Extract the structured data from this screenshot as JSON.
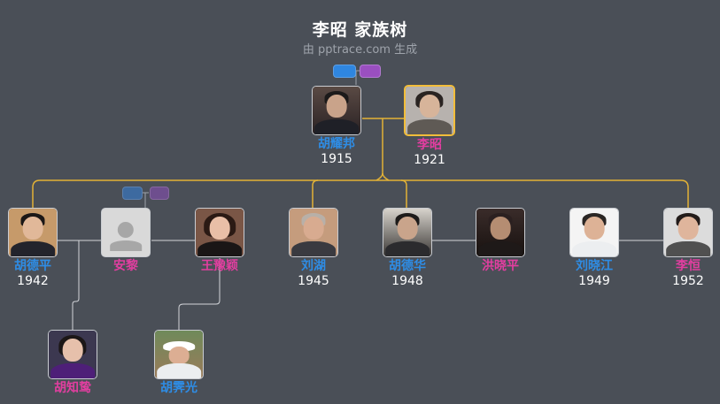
{
  "header": {
    "title": "李昭 家族树",
    "subtitle": "由 pptrace.com 生成"
  },
  "colors": {
    "background": "#4a4f57",
    "male": "#2e8de6",
    "female": "#e23ea0",
    "highlight_border": "#f2bd3a",
    "parent_line": "#e3b236",
    "relation_line": "#d4d6da",
    "badge_male": "#2f86e0",
    "badge_female": "#9a4fc0"
  },
  "generation1": {
    "husband": {
      "name": "胡耀邦",
      "year": "1915",
      "gender": "male"
    },
    "wife": {
      "name": "李昭",
      "year": "1921",
      "gender": "female",
      "highlighted": true
    }
  },
  "generation2": [
    {
      "name": "胡德平",
      "year": "1942",
      "gender": "male"
    },
    {
      "name": "安黎",
      "year": "",
      "gender": "female",
      "photo": "placeholder"
    },
    {
      "name": "王豫颖",
      "year": "",
      "gender": "female"
    },
    {
      "name": "刘湖",
      "year": "1945",
      "gender": "male"
    },
    {
      "name": "胡德华",
      "year": "1948",
      "gender": "male"
    },
    {
      "name": "洪晓平",
      "year": "",
      "gender": "female"
    },
    {
      "name": "刘晓江",
      "year": "1949",
      "gender": "male"
    },
    {
      "name": "李恒",
      "year": "1952",
      "gender": "female"
    }
  ],
  "generation3": [
    {
      "name": "胡知鸷",
      "year": "",
      "gender": "female"
    },
    {
      "name": "胡霁光",
      "year": "",
      "gender": "male"
    }
  ]
}
